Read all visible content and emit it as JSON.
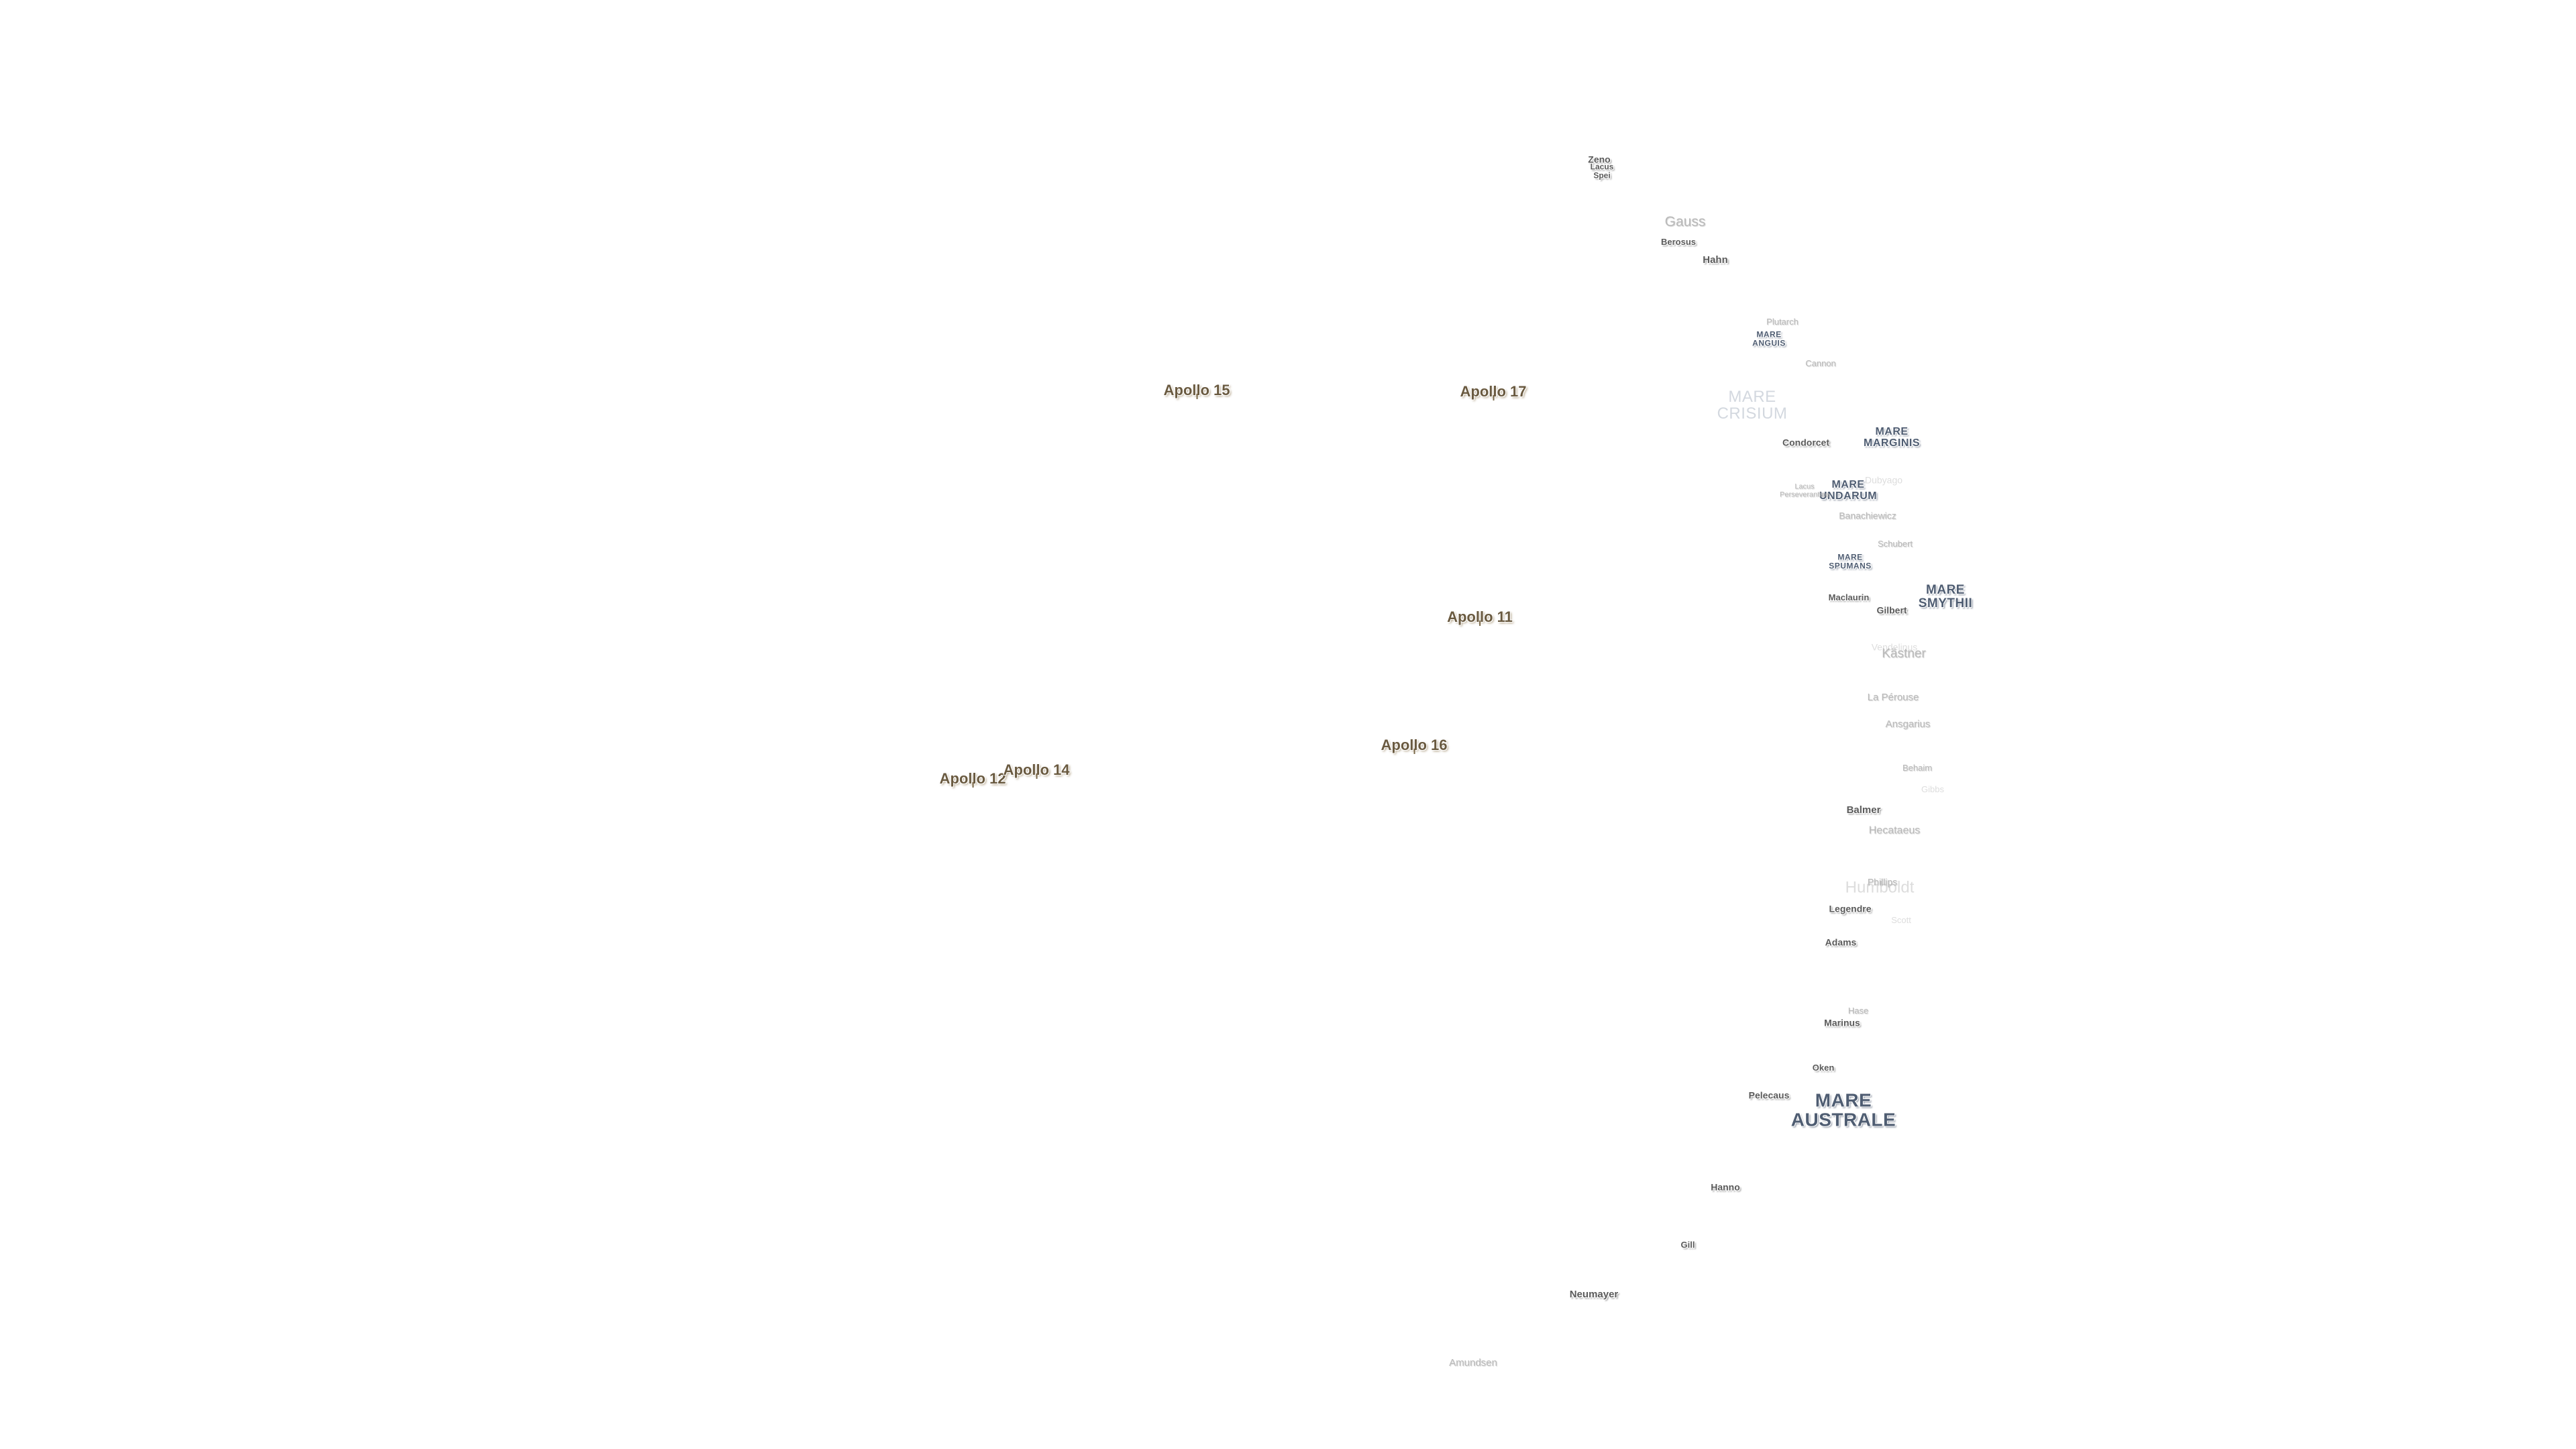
{
  "map": {
    "colors": {
      "background": "#ffffff",
      "crater_text": "#5a5a5a",
      "mare_text": "#4f5d72",
      "apollo_text": "#6a5a40"
    },
    "apollo_sites": [
      {
        "key": "apollo15",
        "label": "Apollo 15"
      },
      {
        "key": "apollo17",
        "label": "Apollo 17"
      },
      {
        "key": "apollo11",
        "label": "Apollo 11"
      },
      {
        "key": "apollo16",
        "label": "Apollo 16"
      },
      {
        "key": "apollo12",
        "label": "Apollo 12"
      },
      {
        "key": "apollo14",
        "label": "Apollo 14"
      }
    ],
    "maria": {
      "marginis_1": "MARE",
      "marginis_2": "MARGINIS",
      "undarum_1": "MARE",
      "undarum_2": "UNDARUM",
      "smythii_1": "MARE",
      "smythii_2": "SMYTHII",
      "spumans_1": "MARE",
      "spumans_2": "SPUMANS",
      "anguis_1": "MARE",
      "anguis_2": "ANGUIS",
      "crisium_1": "MARE",
      "crisium_2": "CRISIUM",
      "australe_1": "MARE",
      "australe_2": "AUSTRALE"
    },
    "craters": {
      "zeno": "Zeno",
      "lacus_spei_1": "Lacus",
      "lacus_spei_2": "Spei",
      "gauss": "Gauss",
      "berosus": "Berosus",
      "hahn": "Hahn",
      "plutarch": "Plutarch",
      "cannon": "Cannon",
      "condorcet": "Condorcet",
      "lacus_perseverantiae_1": "Lacus",
      "lacus_perseverantiae_2": "Perseverantiae",
      "dubyago": "Dubyago",
      "banachiewicz": "Banachiewicz",
      "schubert": "Schubert",
      "maclaurin": "Maclaurin",
      "gilbert": "Gilbert",
      "kastner": "Kästner",
      "la_perouse": "La Pérouse",
      "ansgarius": "Ansgarius",
      "behaim": "Behaim",
      "gibbs": "Gibbs",
      "balmer": "Balmer",
      "hecataeus": "Hecataeus",
      "humboldt": "Humboldt",
      "phillips": "Phillips",
      "legendre": "Legendre",
      "adams": "Adams",
      "hase": "Hase",
      "marinus": "Marinus",
      "oken": "Oken",
      "pelecaus": "Pelecaus",
      "hanno": "Hanno",
      "gill": "Gill",
      "neumayer": "Neumayer",
      "amundsen": "Amundsen",
      "scott": "Scott",
      "vendelinus": "Vendelinus"
    }
  }
}
